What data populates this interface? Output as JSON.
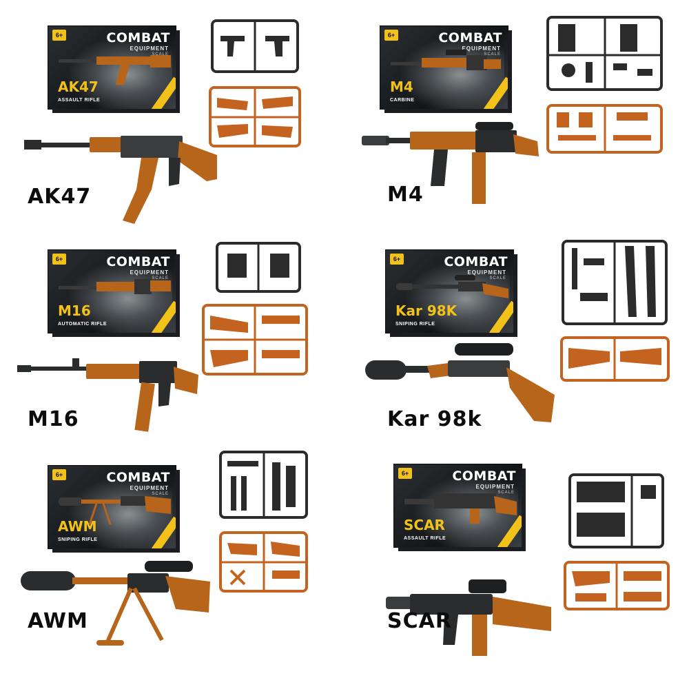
{
  "products": [
    {
      "id": "ak47",
      "label": "AK47",
      "box_brand": "COMBAT",
      "box_sub": "EQUIPMENT",
      "box_scale": "SCALE",
      "box_model": "AK47",
      "box_type": "ASSAULT RIFLE",
      "box_age": "6+"
    },
    {
      "id": "m4",
      "label": "M4",
      "box_brand": "COMBAT",
      "box_sub": "EQUIPMENT",
      "box_scale": "SCALE",
      "box_model": "M4",
      "box_type": "CARBINE",
      "box_age": "6+"
    },
    {
      "id": "m16",
      "label": "M16",
      "box_brand": "COMBAT",
      "box_sub": "EQUIPMENT",
      "box_scale": "SCALE",
      "box_model": "M16",
      "box_type": "AUTOMATIC RIFLE",
      "box_age": "6+"
    },
    {
      "id": "kar98k",
      "label": "Kar 98k",
      "box_brand": "COMBAT",
      "box_sub": "EQUIPMENT",
      "box_scale": "SCALE",
      "box_model": "Kar 98K",
      "box_type": "SNIPING RIFLE",
      "box_age": "6+"
    },
    {
      "id": "awm",
      "label": "AWM",
      "box_brand": "COMBAT",
      "box_sub": "EQUIPMENT",
      "box_scale": "SCALE",
      "box_model": "AWM",
      "box_type": "SNIPING RIFLE",
      "box_age": "6+"
    },
    {
      "id": "scar",
      "label": "SCAR",
      "box_brand": "COMBAT",
      "box_sub": "EQUIPMENT",
      "box_scale": "SCALE",
      "box_model": "SCAR",
      "box_type": "ASSAULT RIFLE",
      "box_age": "6+"
    }
  ],
  "colors": {
    "wood": "#b8651c",
    "metal": "#2a2c2e",
    "sprue_orange": "#c4631f",
    "sprue_black": "#2b2b2b",
    "box_accent": "#f2c21b"
  }
}
